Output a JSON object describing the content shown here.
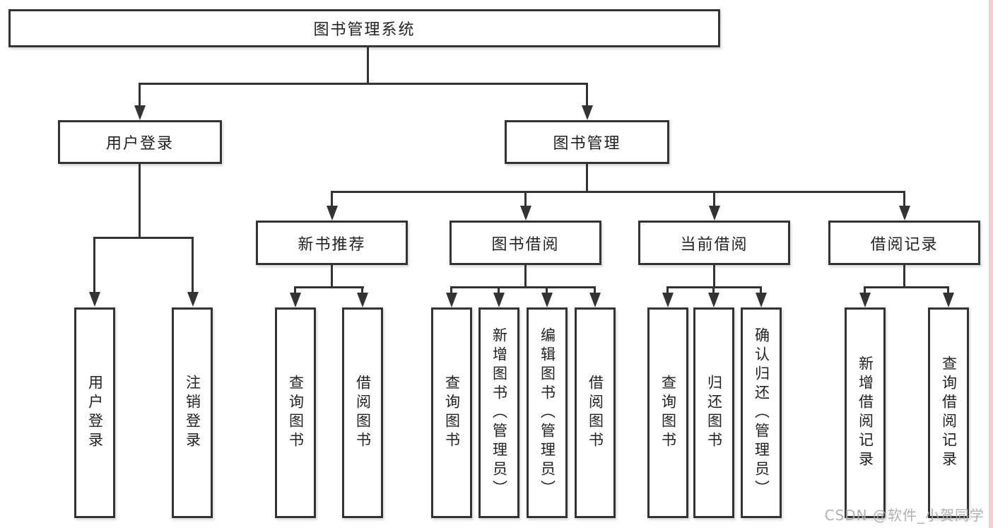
{
  "tree": {
    "root": "图书管理系统",
    "user_login": {
      "label": "用户登录",
      "children": [
        "用户登录",
        "注销登录"
      ]
    },
    "book_mgmt": {
      "label": "图书管理",
      "sections": [
        {
          "label": "新书推荐",
          "children": [
            "查询图书",
            "借阅图书"
          ]
        },
        {
          "label": "图书借阅",
          "children": [
            "查询图书",
            "新增图书（管理员）",
            "编辑图书（管理员）",
            "借阅图书"
          ]
        },
        {
          "label": "当前借阅",
          "children": [
            "查询图书",
            "归还图书",
            "确认归还（管理员）"
          ]
        },
        {
          "label": "借阅记录",
          "children": [
            "新增借阅记录",
            "查询借阅记录"
          ]
        }
      ]
    }
  },
  "watermark": "CSDN @软件_小贺同学",
  "colors": {
    "line": "#333333",
    "box_border": "#333333",
    "text": "#222222",
    "background": "#ffffff",
    "watermark": "#aaaaaa",
    "right_edge_strip": "#f6cdd3"
  }
}
